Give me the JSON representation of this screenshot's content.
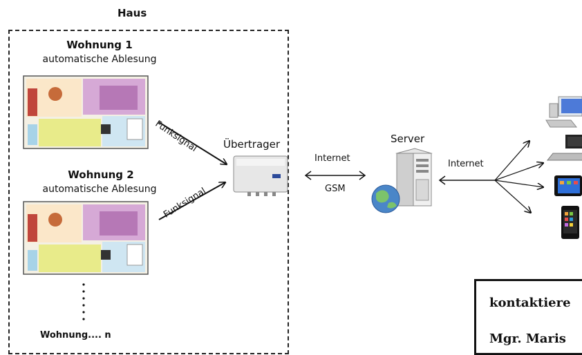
{
  "house": {
    "title": "Haus"
  },
  "apartments": [
    {
      "title": "Wohnung 1",
      "subtitle": "automatische Ablesung"
    },
    {
      "title": "Wohnung 2",
      "subtitle": "automatische Ablesung"
    }
  ],
  "apartment_n": {
    "label": "Wohnung.... n"
  },
  "signals": {
    "funk1": "Funksignal",
    "funk2": "Funksignal"
  },
  "transmitter": {
    "label": "Übertrager"
  },
  "link1": {
    "top": "Internet",
    "bottom": "GSM"
  },
  "server": {
    "label": "Server"
  },
  "link2": {
    "label": "Internet"
  },
  "contact": {
    "line1": "kontaktiere",
    "line2": "Mgr. Maris"
  }
}
